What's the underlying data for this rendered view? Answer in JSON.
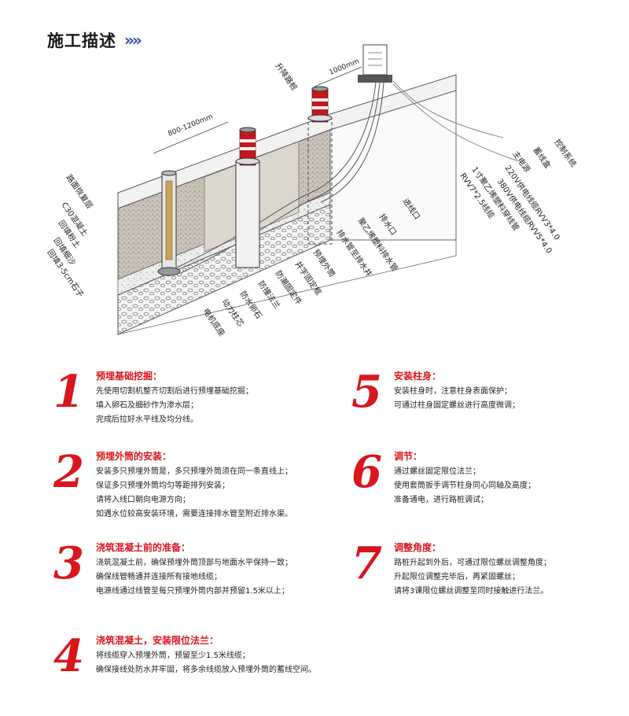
{
  "header": {
    "title": "施工描述",
    "arrows": "»»"
  },
  "diagram": {
    "labels": {
      "road_surface": "路面恢复层",
      "c30": "C30混凝土",
      "backfill_soil": "回填粉土",
      "backfill_sand": "回填细沙",
      "backfill_stone": "回填3-5cm石子",
      "lift_bollard": "升降路桩",
      "dim_1000": "1000mm",
      "dim_800_1200": "800-1200mm",
      "control_box": "控制系统",
      "power_box": "蓄线盒",
      "main_power": "主电源",
      "wire_220": "220V供电线缆RVV3*4.0",
      "wire_380": "380V供电线缆RVV5*4.0",
      "conduit": "1寸聚乙烯塑料穿线管",
      "signal_wire": "RVV7*2.5线缆",
      "inlet": "进线口",
      "drain_outlet": "排水口",
      "drain_pipe": "聚乙烯塑料排水管",
      "drain_well": "排水管至排水井",
      "outer_tube": "预埋外筒",
      "waterproof": "井字固定框",
      "anchor": "防潮固定件",
      "flange": "防撞法兰",
      "gravel_layer": "防水卵石",
      "motor_core": "动力柱芯",
      "motor_base": "电机底座"
    }
  },
  "steps": [
    {
      "number": "1",
      "title": "预埋基础挖掘：",
      "lines": [
        "先使用切割机整齐切割后进行预埋基础挖掘；",
        "填入卵石及细砂作为渗水层；",
        "完成后拉好水平线及均分线。"
      ]
    },
    {
      "number": "2",
      "title": "预埋外筒的安装：",
      "lines": [
        "安装多只预埋外筒是，多只预埋外筒须在同一条直线上；",
        "保证多只预埋外筒均匀等距排列安装；",
        "请将入线口朝向电源方向；",
        "如遇水位较高安装环境，需要连接排水管至附近排水渠。"
      ]
    },
    {
      "number": "3",
      "title": "浇筑混凝土前的准备：",
      "lines": [
        "浇筑混凝土前，确保预埋外筒顶部与地面水平保持一致；",
        "确保线管畅通并连接所有接地线缆；",
        "电源线通过线管至每只预埋外筒内部并预留1.5米以上；"
      ]
    },
    {
      "number": "4",
      "title": "浇筑混凝土，安装限位法兰：",
      "lines": [
        "将线缆穿入预埋外筒，预留至少1.5米线缆；",
        "确保接线处防水并牢固，将多余线缆放入预埋外筒的蓄线空间。"
      ]
    },
    {
      "number": "5",
      "title": "安装柱身：",
      "lines": [
        "安装柱身时，注意柱身表面保护；",
        "可通过柱身固定螺丝进行高度微调；"
      ]
    },
    {
      "number": "6",
      "title": "调节：",
      "lines": [
        "通过螺丝固定限位法兰；",
        "使用套筒扳手调节柱身同心同轴及高度；",
        "准备通电，进行路桩调试；"
      ]
    },
    {
      "number": "7",
      "title": "调整角度：",
      "lines": [
        "路桩升起到外后，可通过限位螺丝调整角度；",
        "升起限位调整完毕后，再紧固螺丝；",
        "请将3课限位螺丝调整至同时接触进行法兰。"
      ]
    }
  ],
  "colors": {
    "accent_red": "#d9151d",
    "arrow_blue": "#2b4b9b"
  }
}
